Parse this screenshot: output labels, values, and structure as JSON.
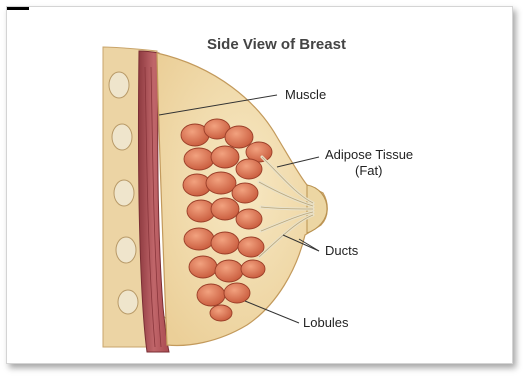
{
  "diagram": {
    "title": "Side View of Breast",
    "labels": {
      "muscle": "Muscle",
      "adipose_line1": "Adipose Tissue",
      "adipose_line2": "(Fat)",
      "ducts": "Ducts",
      "lobules": "Lobules"
    },
    "colors": {
      "fat": "#f3dfb2",
      "muscle": "#b5555a",
      "lobule": "#d8714f",
      "rib": "#efe5cc",
      "leader": "#333333"
    }
  }
}
